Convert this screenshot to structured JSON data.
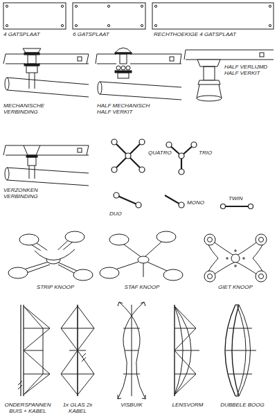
{
  "diagram": {
    "labels": [
      "4 GATSPLAAT",
      "6 GATSPLAAT",
      "RECHTHOEKIGE 4 GATSPLAAT",
      "MECHANISCHE VERBINDING",
      "HALF MECHANISCH HALF VERKIT",
      "HALF VERLIJMD HALF VERKIT",
      "VERZONKEN VERBINDING",
      "QUATRO",
      "TRIO",
      "DUO",
      "MONO",
      "TWIN",
      "STRIP KNOOP",
      "STAF KNOOP",
      "GIET KNOOP",
      "ONDERSPANNEN BUIS + KABEL",
      "1x GLAS 2x KABEL",
      "VISBUIK",
      "LENSVORM",
      "DUBBELE BOOG"
    ]
  }
}
